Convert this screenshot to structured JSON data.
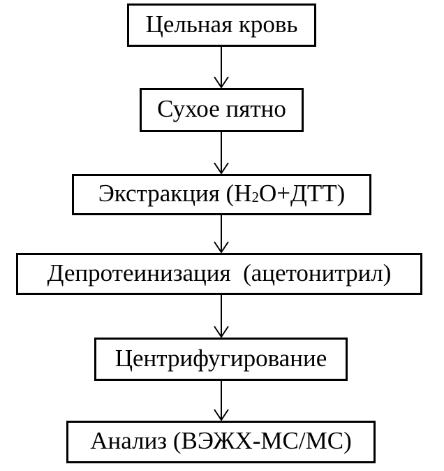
{
  "colors": {
    "line": "#000000",
    "background": "#ffffff",
    "box_fill": "#ffffff",
    "text": "#000000"
  },
  "flowchart": {
    "direction": "top-down",
    "steps": [
      {
        "label": "Цельная кровь"
      },
      {
        "label": "Сухое пятно"
      },
      {
        "label_prefix": "Экстракция (H",
        "label_sub": "2",
        "label_suffix": "O+ДТТ)"
      },
      {
        "label": "Депротеинизация  (ацетонитрил)"
      },
      {
        "label": "Центрифугирование"
      },
      {
        "label": "Анализ (ВЭЖХ-МС/МС)"
      }
    ]
  }
}
